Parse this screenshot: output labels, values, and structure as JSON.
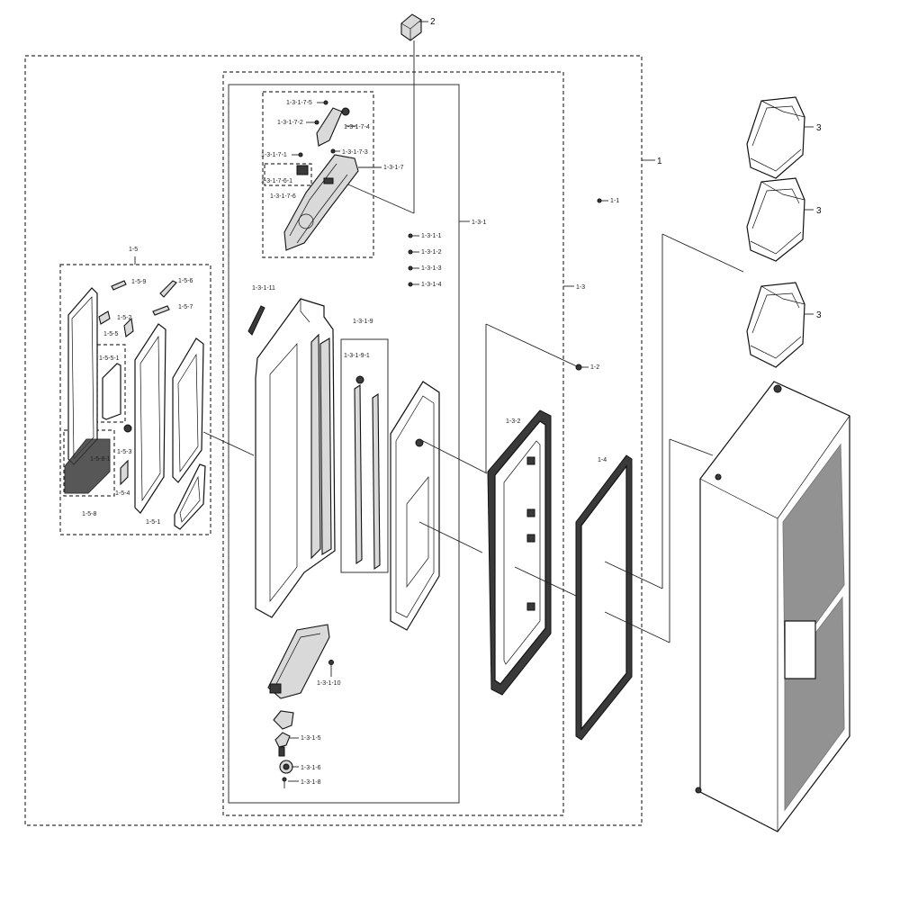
{
  "labels": {
    "main": "1",
    "l_1_1": "1-1",
    "l_1_2": "1-2",
    "l_1_3": "1-3",
    "l_1_3_1": "1-3-1",
    "l_1_3_1_1": "1-3-1-1",
    "l_1_3_1_2": "1-3-1-2",
    "l_1_3_1_3": "1-3-1-3",
    "l_1_3_1_4": "1-3-1-4",
    "l_1_3_1_5": "1-3-1-5",
    "l_1_3_1_6": "1-3-1-6",
    "l_1_3_1_7": "1-3-1-7",
    "l_1_3_1_7_1": "1-3-1-7-1",
    "l_1_3_1_7_2": "1-3-1-7-2",
    "l_1_3_1_7_3": "1-3-1-7-3",
    "l_1_3_1_7_4": "1-3-1-7-4",
    "l_1_3_1_7_5": "1-3-1-7-5",
    "l_1_3_1_7_6": "1-3-1-7-6",
    "l_1_3_1_7_6_1": "1-3-1-7-6-1",
    "l_1_3_1_8": "1-3-1-8",
    "l_1_3_1_9": "1-3-1-9",
    "l_1_3_1_9_1": "1-3-1-9-1",
    "l_1_3_1_10": "1-3-1-10",
    "l_1_3_1_11": "1-3-1-11",
    "l_1_3_2": "1-3-2",
    "l_1_4": "1-4",
    "l_1_5": "1-5",
    "l_1_5_1": "1-5-1",
    "l_1_5_2": "1-5-2",
    "l_1_5_3": "1-5-3",
    "l_1_5_4": "1-5-4",
    "l_1_5_5": "1-5-5",
    "l_1_5_5_1": "1-5-5-1",
    "l_1_5_6": "1-5-6",
    "l_1_5_7": "1-5-7",
    "l_1_5_8": "1-5-8",
    "l_1_5_8_1": "1-5-8-1",
    "l_1_5_9": "1-5-9",
    "l_2": "2",
    "l_3a": "3",
    "l_3b": "3",
    "l_3c": "3"
  }
}
